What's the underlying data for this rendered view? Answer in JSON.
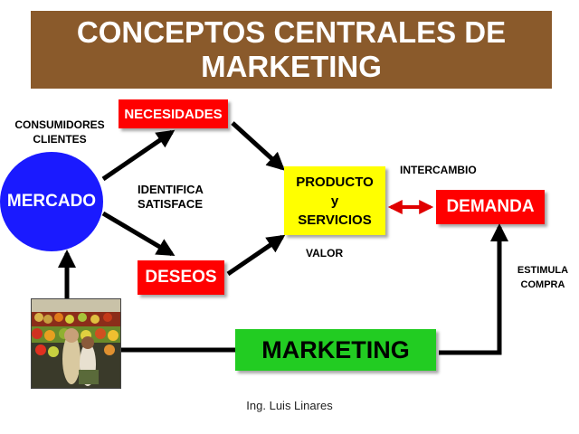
{
  "title": {
    "line1": "CONCEPTOS CENTRALES DE",
    "line2": "MARKETING"
  },
  "nodes": {
    "mercado": "MERCADO",
    "necesidades": "NECESIDADES",
    "deseos": "DESEOS",
    "producto_line1": "PRODUCTO",
    "producto_line2": "y",
    "producto_line3": "SERVICIOS",
    "demanda": "DEMANDA",
    "marketing": "MARKETING"
  },
  "labels": {
    "consumidores": "CONSUMIDORES",
    "clientes": "CLIENTES",
    "identifica": "IDENTIFICA",
    "satisface": "SATISFACE",
    "intercambio": "INTERCAMBIO",
    "valor": "VALOR",
    "estimula": "ESTIMULA",
    "compra": "COMPRA"
  },
  "footer": "Ing. Luis Linares",
  "colors": {
    "banner": "#8a5a2b",
    "node_red": "#ff0000",
    "mercado_blue": "#1a1aff",
    "producto_yellow": "#ffff00",
    "marketing_green": "#22cc22",
    "intercambio_arrow": "#e00000"
  },
  "photo": {
    "icon": "market-produce-photo"
  }
}
